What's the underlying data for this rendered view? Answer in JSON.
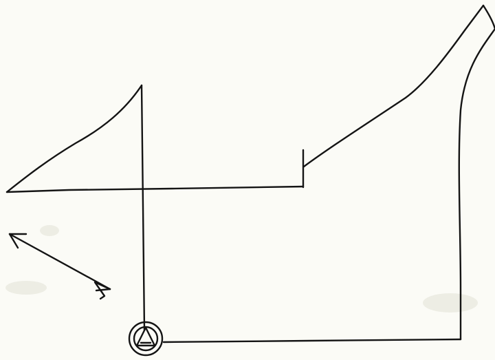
{
  "drawing": {
    "ink_color": "#141414",
    "paper_color": "#fbfbf6",
    "elements": [
      "left-slanted-roof-line",
      "vertical-post-line",
      "horizontal-floor-line",
      "short-tick-line",
      "right-slanted-roof-line",
      "right-curved-wall-line",
      "bottom-base-line",
      "double-headed-arrow",
      "circle-triangle-symbol"
    ]
  }
}
